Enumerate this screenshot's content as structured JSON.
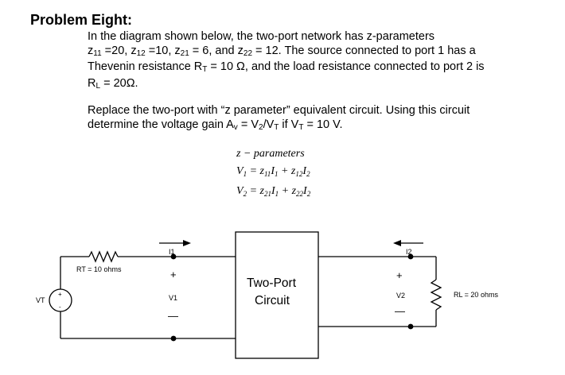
{
  "problem": {
    "title": "Problem Eight:",
    "p1_line1": "In the diagram shown below, the two-port network has z-parameters",
    "z11_lbl": "z",
    "z11_sub": "11",
    "z11_val": " =20, ",
    "z12_lbl": "z",
    "z12_sub": "12",
    "z12_val": " =10, ",
    "z21_lbl": "z",
    "z21_sub": "21",
    "z21_val": " = 6, and ",
    "z22_lbl": "z",
    "z22_sub": "22",
    "z22_val": " = 12.  The source connected to port 1 has a",
    "p1_line3a": "Thevenin resistance R",
    "rt_sub": "T",
    "p1_line3b": " = 10 Ω, and the load resistance connected to port 2 is",
    "rl_a": "R",
    "rl_sub": "L",
    "rl_b": " = 20Ω.",
    "p2_line1": "Replace the two-port with “z parameter” equivalent circuit.  Using this circuit",
    "p2_a": "determine the voltage gain A",
    "av_sub": "v",
    "p2_b": " = V",
    "v2_sub": "2",
    "p2_c": "/V",
    "vt_sub": "T",
    "p2_d": " if V",
    "vt2_sub": "T",
    "p2_e": " = 10 V."
  },
  "equations": {
    "heading": "z − parameters",
    "eq1_lhs": "V",
    "eq1_lhs_sub": "1",
    "eq1_rhs": " = z",
    "eq1_z1_sub": "11",
    "eq1_i1": "I",
    "eq1_i1_sub": "1",
    "eq1_plus": " + z",
    "eq1_z2_sub": "12",
    "eq1_i2": "I",
    "eq1_i2_sub": "2",
    "eq2_lhs": "V",
    "eq2_lhs_sub": "2",
    "eq2_rhs": " = z",
    "eq2_z1_sub": "21",
    "eq2_i1": "I",
    "eq2_i1_sub": "1",
    "eq2_plus": " + z",
    "eq2_z2_sub": "22",
    "eq2_i2": "I",
    "eq2_i2_sub": "2"
  },
  "circuit": {
    "rt_label": "RT = 10 ohms",
    "vt_label": "VT",
    "source_plus": "+",
    "source_minus": "-",
    "i1_label": "I1",
    "i2_label": "I2",
    "v1_label": "V1",
    "v2_label": "V2",
    "plus1": "+",
    "minus1": "—",
    "plus2": "+",
    "minus2": "—",
    "box_line1": "Two-Port",
    "box_line2": "Circuit",
    "rl_label": "RL = 20 ohms"
  }
}
